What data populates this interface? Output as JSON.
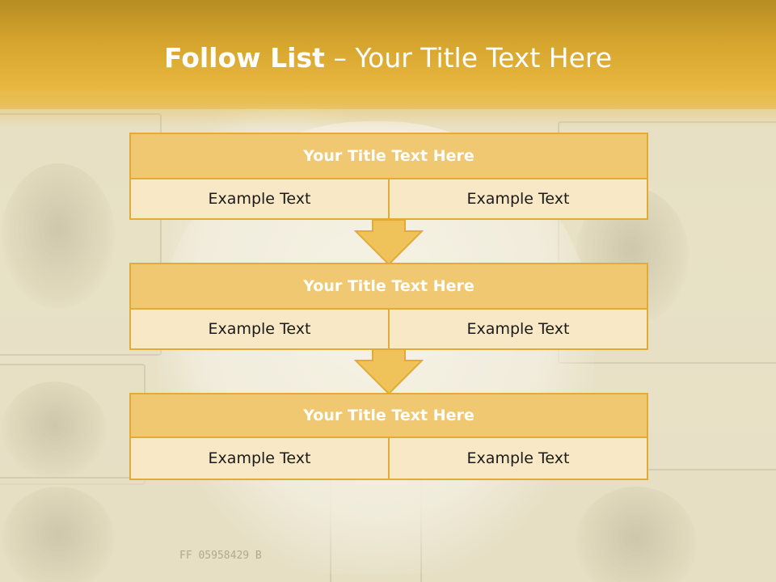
{
  "slide": {
    "title_bold": "Follow List",
    "title_rest": " – Your Title Text Here"
  },
  "blocks": [
    {
      "title": "Your Title Text Here",
      "left": "Example Text",
      "right": "Example Text"
    },
    {
      "title": "Your Title Text Here",
      "left": "Example Text",
      "right": "Example Text"
    },
    {
      "title": "Your Title Text Here",
      "left": "Example Text",
      "right": "Example Text"
    }
  ],
  "background_text": {
    "bill_serial": "FF 05958429 B"
  },
  "colors": {
    "header": "#e8b73f",
    "title_bar": "#f0c872",
    "cell": "#f8e8c6",
    "border": "#e2ab35",
    "arrow": "#efc35a"
  }
}
